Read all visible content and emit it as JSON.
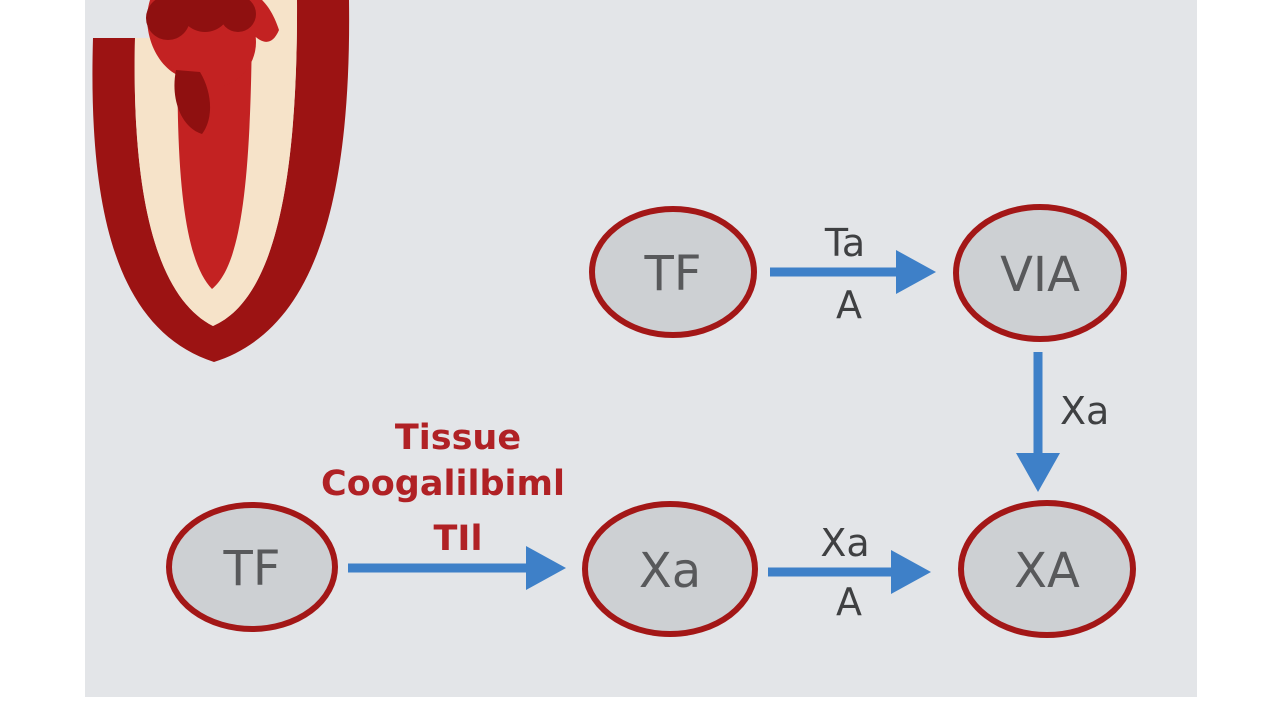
{
  "diagram": {
    "title_meaning": "coagulation-pathway-diagram",
    "nodes": {
      "tf_top": "TF",
      "viia": "VIA",
      "tf_bottom": "TF",
      "xa_mid": "Xa",
      "xa_final": "XA"
    },
    "arrow_labels": {
      "top_above": "Ta",
      "top_below": "A",
      "down_right": "Xa",
      "bottom_above": "Xa",
      "bottom_below": "A"
    },
    "caption": {
      "line1": "Tissue",
      "line2": "Coogalilbiml",
      "line3": "TIl"
    },
    "colors": {
      "background": "#e3e5e8",
      "margin_white": "#ffffff",
      "node_fill": "#cdd0d3",
      "node_border": "#a31717",
      "node_text": "#58595b",
      "arrow_blue": "#3e80c8",
      "arrow_label_text": "#3f4042",
      "caption_red": "#b02125",
      "vessel_wall_cream": "#f6e3c9",
      "vessel_outline_dark_red": "#9c1313",
      "blood_red": "#c32222",
      "blood_dark": "#8f1010"
    }
  }
}
